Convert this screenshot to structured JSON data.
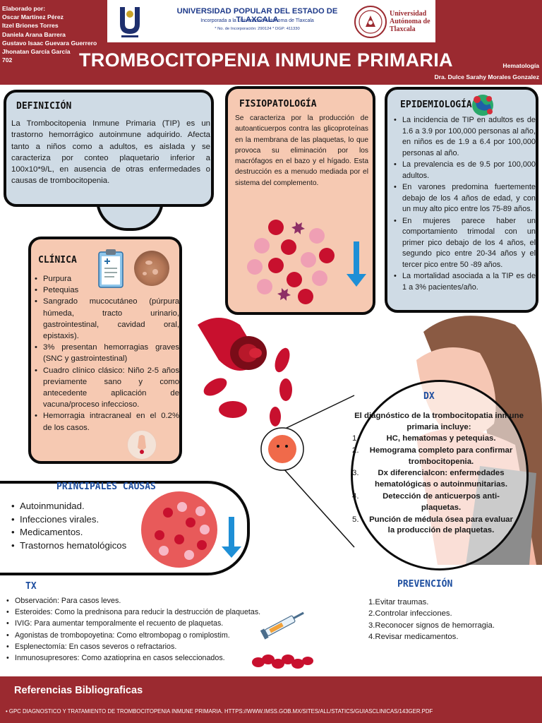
{
  "header": {
    "authors_label": "Elaborado por:",
    "authors": [
      "Oscar Martínez Pérez",
      "Itzel Briones Torres",
      "Daniela Arana Barrera",
      "Gustavo Isaac Guevara Guerrero",
      "Jhonatan García García",
      "702"
    ],
    "university": "UNIVERSIDAD POPULAR DEL ESTADO DE TLAXCALA",
    "university_sub": "Incorporada a la Universidad Autónoma de Tlaxcala",
    "university_reg": "* No. de Incorporación: 290124   * DGP: 411330",
    "uat_name": "Universidad Autónoma de Tlaxcala",
    "title": "TROMBOCITOPENIA INMUNE PRIMARIA",
    "specialty": "Hematología",
    "doctor": "Dra. Dulce Sarahy Morales Gonzalez"
  },
  "definicion": {
    "title": "DEFINICIÓN",
    "text": "La Trombocitopenia Inmune Primaria (TIP) es un trastorno hemorrágico autoinmune adquirido. Afecta tanto a niños como a adultos, es aislada y se caracteriza por conteo plaquetario inferior a 100x10*9/L, en ausencia de otras enfermedades o causas de trombocitopenia."
  },
  "fisiopatologia": {
    "title": "FISIOPATOLOGÍA",
    "text": "Se caracteriza por la producción de autoanticuerpos contra las glicoproteínas en la membrana de las plaquetas, lo que provoca su eliminación por los macrófagos en el bazo y el hígado. Esta destrucción es a menudo mediada por el sistema del complemento."
  },
  "epidemiologia": {
    "title": "EPIDEMIOLOGÍA",
    "items": [
      "La incidencia de TIP en adultos es de 1.6 a 3.9 por 100,000 personas al año, en niños es de 1.9 a 6.4 por 100,000 personas al año.",
      "La prevalencia es de 9.5 por 100,000 adultos.",
      "En varones predomina fuertemente debajo de los 4 años de edad, y con un muy alto pico entre los 75-89 años.",
      "En mujeres parece haber un comportamiento trimodal con un primer pico debajo de los 4 años, el segundo pico entre 20-34 años y el tercer pico entre 50 -89 años.",
      "La mortalidad asociada a la TIP es de 1 a 3% pacientes/año."
    ]
  },
  "clinica": {
    "title": "CLÍNICA",
    "items": [
      "Purpura",
      "Petequias",
      "Sangrado mucocutáneo (púrpura húmeda, tracto urinario, gastrointestinal, cavidad oral, epistaxis).",
      "3% presentan hemorragias graves (SNC y gastrointestinal)",
      "Cuadro clínico clásico: Niño 2-5 años previamente sano y como antecedente aplicación de vacuna/proceso infeccioso.",
      "Hemorragia intracraneal en el 0.2% de los casos."
    ]
  },
  "causas": {
    "title": "PRINCIPALES CAUSAS",
    "items": [
      "Autoinmunidad.",
      "Infecciones virales.",
      "Medicamentos.",
      "Trastornos hematológicos"
    ]
  },
  "dx": {
    "title": "DX",
    "intro": "El diagnóstico de la trombocitopatia inmune primaria incluye:",
    "items": [
      {
        "n": "1.",
        "text": "HC, hematomas y petequias."
      },
      {
        "n": "2.",
        "text": "Hemograma completo para confirmar trombocitopenia."
      },
      {
        "n": "3.",
        "text": "Dx diferencialcon: enfermedades hematológicas o autoinmunitarias."
      },
      {
        "n": "4.",
        "text": "Detección de anticuerpos anti-plaquetas."
      },
      {
        "n": "5.",
        "text": "Punción de médula ósea para evaluar la producción de plaquetas."
      }
    ]
  },
  "tx": {
    "title": "TX",
    "items": [
      "Observación: Para casos leves.",
      "Esteroides: Como la prednisona para reducir la destrucción de plaquetas.",
      "IVIG: Para aumentar temporalmente el recuento de plaquetas.",
      "Agonistas de trombopoyetina: Como eltrombopag o romiplostim.",
      "Esplenectomía: En casos severos o refractarios.",
      "Inmunosupresores: Como azatioprina en casos seleccionados."
    ]
  },
  "prevencion": {
    "title": "PREVENCIÓN",
    "items": [
      "Evitar traumas.",
      "Controlar infecciones.",
      "Reconocer signos de hemorragia.",
      "Revisar medicamentos."
    ]
  },
  "referencias": {
    "title": "Referencias Bibliograficas",
    "items": [
      "GPC DIAGNOSTICO Y TRATAMIENTO DE TROMBOCITOPENIA INMUNE PRIMARIA. HTTPS://WWW.IMSS.GOB.MX/SITES/ALL/STATICS/GUIASCLINICAS/143GER.PDF"
    ]
  },
  "colors": {
    "brand_red": "#9b2a30",
    "box_blue": "#cfdbe5",
    "box_peach": "#f6c9b2",
    "title_blue": "#1f4fa0"
  }
}
